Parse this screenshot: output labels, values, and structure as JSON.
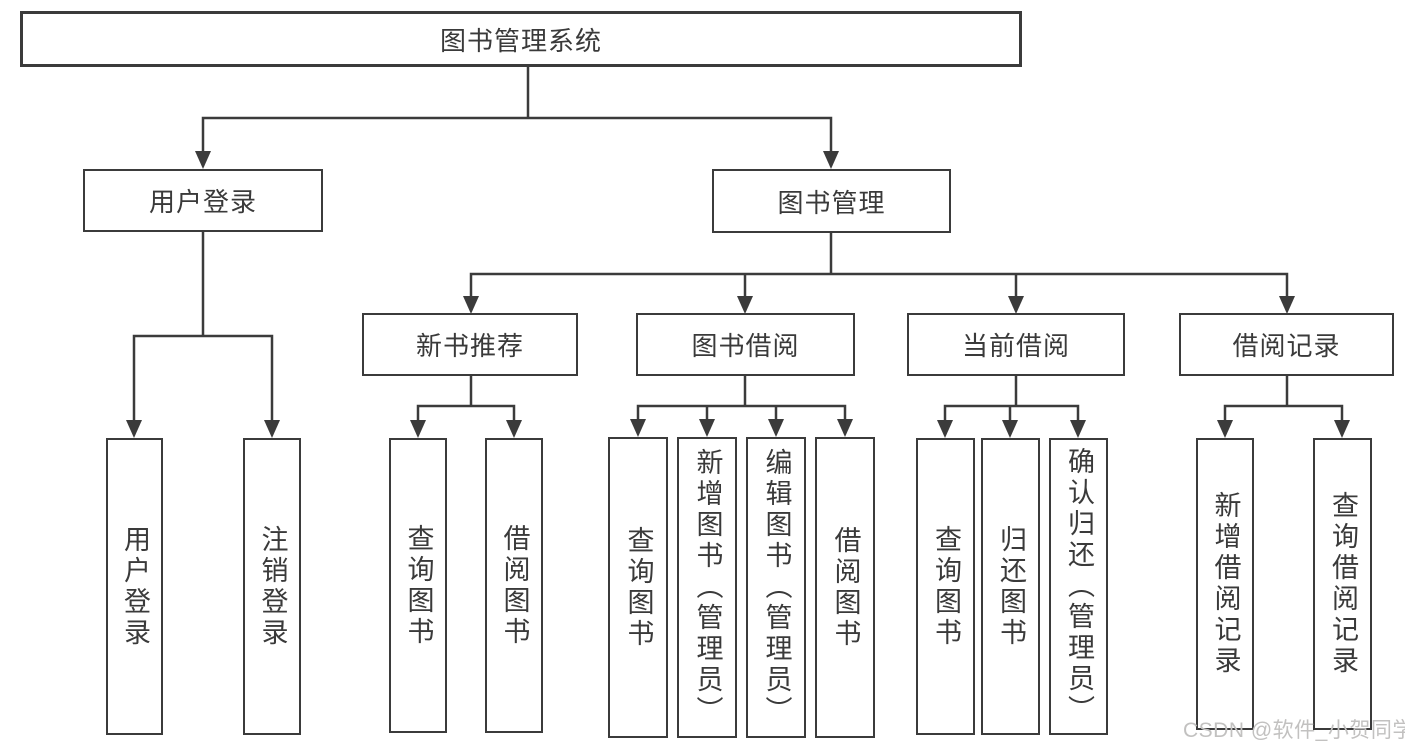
{
  "diagram": {
    "watermark": "CSDN @软件_小贺同学",
    "colors": {
      "line": "#3b3b3b",
      "text": "#3a3a3a",
      "box_fill": "#ffffff",
      "background": "#ffffff",
      "watermark": "#c2c1c0"
    },
    "tree": {
      "label": "图书管理系统",
      "children": [
        {
          "label": "用户登录",
          "children": [
            {
              "label": "用户登录"
            },
            {
              "label": "注销登录"
            }
          ]
        },
        {
          "label": "图书管理",
          "children": [
            {
              "label": "新书推荐",
              "children": [
                {
                  "label": "查询图书"
                },
                {
                  "label": "借阅图书"
                }
              ]
            },
            {
              "label": "图书借阅",
              "children": [
                {
                  "label": "查询图书"
                },
                {
                  "label": "新增图书（管理员）"
                },
                {
                  "label": "编辑图书（管理员）"
                },
                {
                  "label": "借阅图书"
                }
              ]
            },
            {
              "label": "当前借阅",
              "children": [
                {
                  "label": "查询图书"
                },
                {
                  "label": "归还图书"
                },
                {
                  "label": "确认归还（管理员）"
                }
              ]
            },
            {
              "label": "借阅记录",
              "children": [
                {
                  "label": "新增借阅记录"
                },
                {
                  "label": "查询借阅记录"
                }
              ]
            }
          ]
        }
      ]
    }
  }
}
